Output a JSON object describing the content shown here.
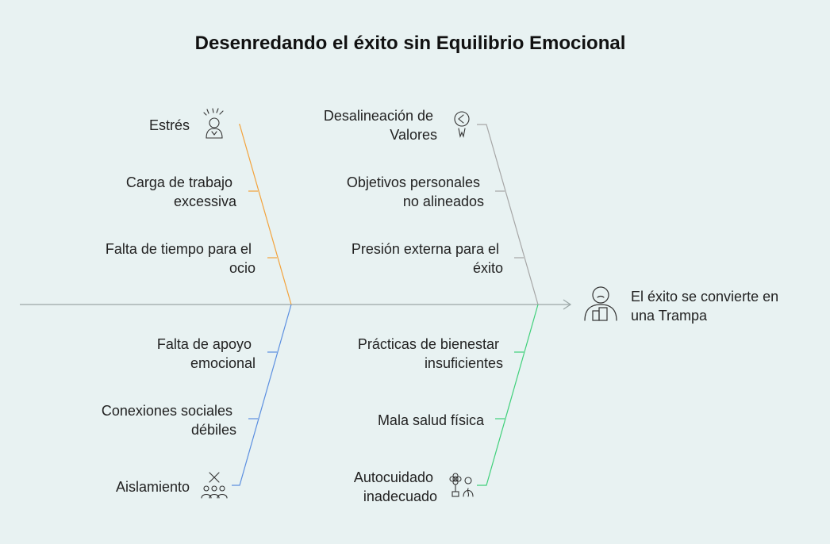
{
  "title": "Desenredando el éxito sin Equilibrio Emocional",
  "effect": {
    "lines": [
      "El éxito se convierte en",
      "una Trampa"
    ]
  },
  "causes": {
    "top_left": [
      {
        "lines": [
          "Estrés"
        ]
      },
      {
        "lines": [
          "Carga de trabajo",
          "excessiva"
        ]
      },
      {
        "lines": [
          "Falta de tiempo para el",
          "ocio"
        ]
      }
    ],
    "top_right": [
      {
        "lines": [
          "Desalineación de",
          "Valores"
        ]
      },
      {
        "lines": [
          "Objetivos personales",
          "no alineados"
        ]
      },
      {
        "lines": [
          "Presión externa para el",
          "éxito"
        ]
      }
    ],
    "bottom_left": [
      {
        "lines": [
          "Falta de apoyo",
          "emocional"
        ]
      },
      {
        "lines": [
          "Conexiones sociales",
          "débiles"
        ]
      },
      {
        "lines": [
          "Aislamiento"
        ]
      }
    ],
    "bottom_right": [
      {
        "lines": [
          "Prácticas de bienestar",
          "insuficientes"
        ]
      },
      {
        "lines": [
          "Mala salud física"
        ]
      },
      {
        "lines": [
          "Autocuidado",
          "inadecuado"
        ]
      }
    ]
  },
  "colors": {
    "background": "#e8f2f2",
    "spine": "#9aa6a6",
    "top_left": "#f3a33c",
    "top_right": "#a6a6a6",
    "bottom_left": "#5b8fe0",
    "bottom_right": "#3fd07a",
    "icon": "#333333"
  },
  "icons": {
    "stress": "stressed-person-icon",
    "values": "award-medal-icon",
    "isolation": "isolated-group-icon",
    "selfcare": "flower-person-icon",
    "effect": "person-at-desk-icon"
  }
}
